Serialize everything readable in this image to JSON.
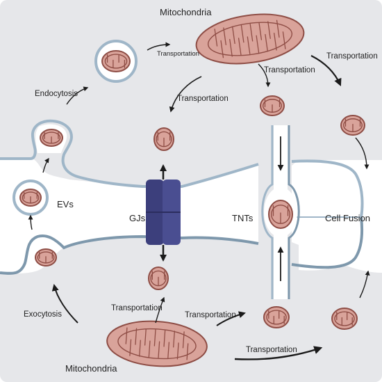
{
  "labels": {
    "mitochondria_top": "Mitochondria",
    "mitochondria_bottom": "Mitochondria",
    "endocytosis": "Endocytosis",
    "exocytosis": "Exocytosis",
    "evs": "EVs",
    "gjs": "GJs",
    "tnts": "TNTs",
    "cell_fusion": "Cell Fusion",
    "transport_top_small": "Transportation",
    "transport_top_left": "Transportation",
    "transport_top_mid": "Transportation",
    "transport_top_right": "Transportation",
    "transport_bottom_left": "Transportation",
    "transport_bottom_mid": "Transportation",
    "transport_bottom_right": "Transportation"
  },
  "colors": {
    "background": "#e6e7ea",
    "cell_interior": "#ffffff",
    "membrane": "#9fb6c8",
    "membrane_dark": "#7e98ac",
    "mito_fill": "#d9a39a",
    "mito_stroke": "#8e4d45",
    "gap_junction": "#3c3f7c",
    "arrow": "#1a1a1a"
  }
}
